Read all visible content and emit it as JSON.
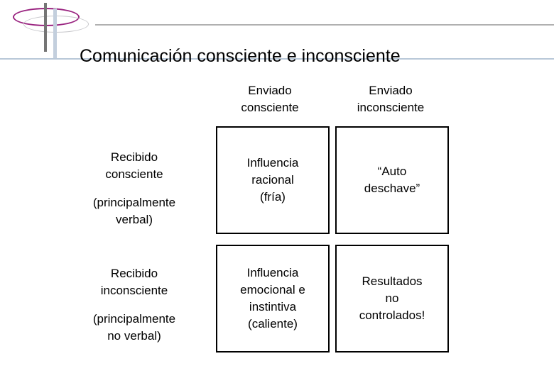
{
  "slide": {
    "title": "Comunicación consciente e inconsciente"
  },
  "logo": {
    "magenta_color": "#99227f",
    "gray_ellipse_color": "#c8c8cc",
    "dark_stem_color": "#757575",
    "light_stem_color": "#c3cfdd"
  },
  "rules": {
    "gray_color": "#b0b0b0",
    "blue_color": "#b9c8d8"
  },
  "matrix": {
    "column_headers": [
      "Enviado\nconsciente",
      "Enviado\ninconsciente"
    ],
    "row_headers": [
      {
        "main": "Recibido\nconsciente",
        "sub": "(principalmente\nverbal)"
      },
      {
        "main": "Recibido\ninconsciente",
        "sub": "(principalmente\nno verbal)"
      }
    ],
    "cells": [
      [
        "Influencia\nracional\n(fría)",
        "“Auto\ndeschave”"
      ],
      [
        "Influencia\nemocional e\ninstintiva\n(caliente)",
        "Resultados\nno\ncontrolados!"
      ]
    ]
  }
}
